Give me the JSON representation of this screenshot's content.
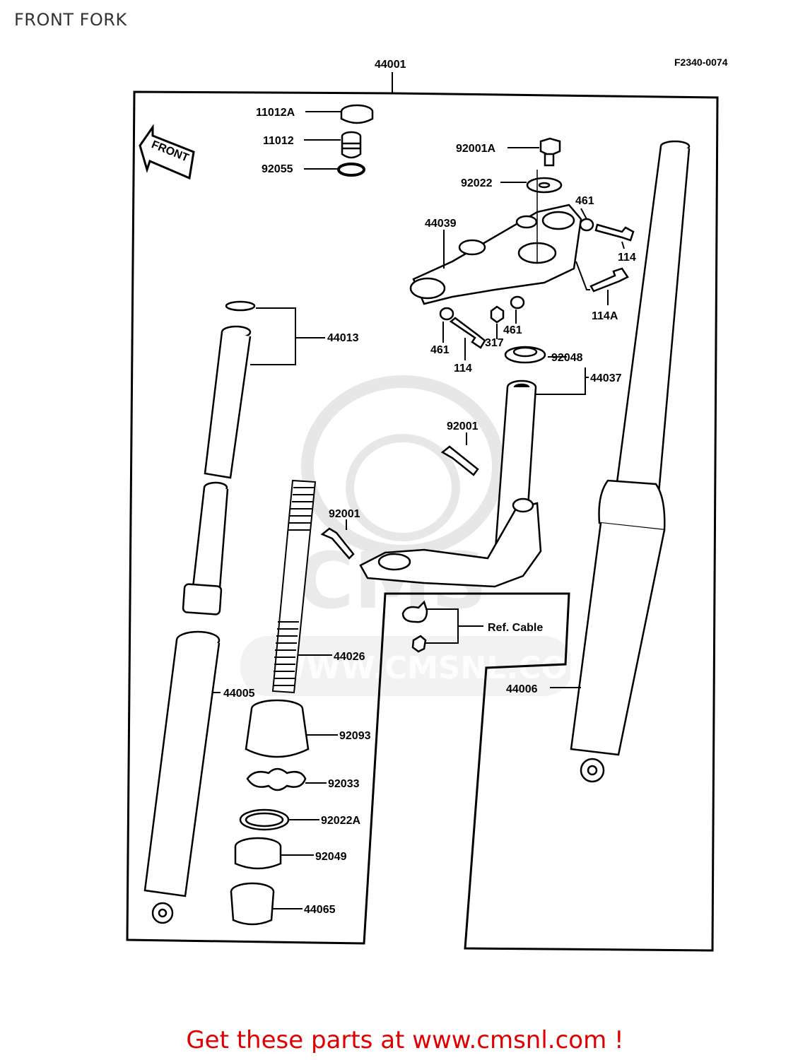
{
  "page": {
    "title": "FRONT FORK",
    "reference_code": "F2340-0074",
    "footer_link": "Get these parts at www.cmsnl.com !"
  },
  "watermark": {
    "brand": "CMS",
    "url": "WWW.CMSNL.COM"
  },
  "direction_arrow": {
    "label": "FRONT"
  },
  "callouts": {
    "assembly": "44001",
    "cap_bolt": "11012A",
    "cap_bolt_body": "11012",
    "o_ring_top": "92055",
    "bolt_top_clamp": "92001A",
    "washer_top_clamp": "92022",
    "nut_right": "461",
    "bolt_right": "114",
    "top_clamp": "44039",
    "bolt_lower_right": "114A",
    "nut_lower_left": "461",
    "bolt_lower": "114",
    "nut_317": "317",
    "nut_lower_right": "461",
    "seal_92048": "92048",
    "steering_stem": "44037",
    "inner_tube_set": "44013",
    "bolt_stem_upper": "92001",
    "bolt_stem_lower": "92001",
    "spring": "44026",
    "outer_tube_left": "44005",
    "outer_tube_right": "44006",
    "ref_cable": "Ref. Cable",
    "dust_seal": "92093",
    "o_ring_lower": "92033",
    "washer_lower": "92022A",
    "oil_seal": "92049",
    "bushing": "44065"
  }
}
